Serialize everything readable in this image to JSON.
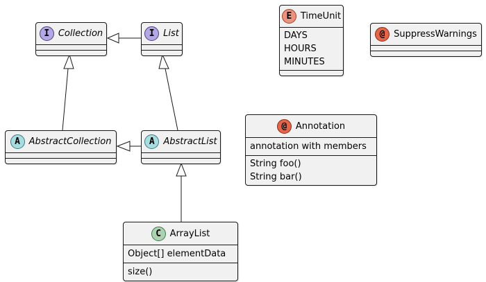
{
  "diagram": {
    "kind": "uml-class-diagram",
    "classes": {
      "collection": {
        "stereotype": "interface",
        "letter": "I",
        "name": "Collection"
      },
      "list": {
        "stereotype": "interface",
        "letter": "I",
        "name": "List"
      },
      "timeunit": {
        "stereotype": "enum",
        "letter": "E",
        "name": "TimeUnit",
        "values": [
          "DAYS",
          "HOURS",
          "MINUTES"
        ]
      },
      "suppresswarnings": {
        "stereotype": "annotation",
        "letter": "@",
        "name": "SuppressWarnings"
      },
      "abstractcollection": {
        "stereotype": "abstract",
        "letter": "A",
        "name": "AbstractCollection"
      },
      "abstractlist": {
        "stereotype": "abstract",
        "letter": "A",
        "name": "AbstractList"
      },
      "annotation": {
        "stereotype": "annotation",
        "letter": "@",
        "name": "Annotation",
        "members": [
          "annotation with members"
        ],
        "methods": [
          "String foo()",
          "String bar()"
        ]
      },
      "arraylist": {
        "stereotype": "class",
        "letter": "C",
        "name": "ArrayList",
        "fields": [
          "Object[] elementData"
        ],
        "methods": [
          "size()"
        ]
      }
    },
    "relations": [
      {
        "from": "List",
        "to": "Collection",
        "type": "generalization"
      },
      {
        "from": "AbstractCollection",
        "to": "Collection",
        "type": "generalization"
      },
      {
        "from": "AbstractList",
        "to": "List",
        "type": "generalization"
      },
      {
        "from": "AbstractList",
        "to": "AbstractCollection",
        "type": "generalization"
      },
      {
        "from": "ArrayList",
        "to": "AbstractList",
        "type": "generalization"
      }
    ],
    "colors": {
      "box_fill": "#F1F1F1",
      "border": "#181818",
      "interface_spot": "#B4A7E6",
      "abstract_spot": "#A9DCDF",
      "class_spot": "#ADD1B2",
      "enum_spot": "#EB937F",
      "annotation_spot": "#E3664A"
    }
  }
}
